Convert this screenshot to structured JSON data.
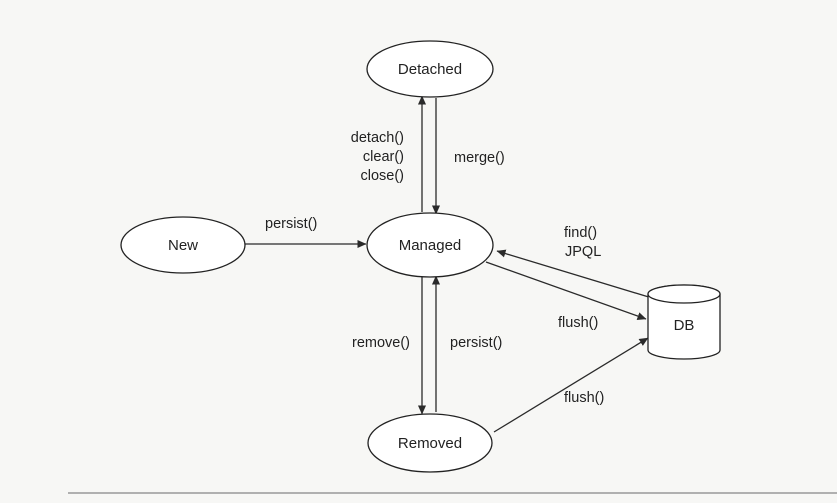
{
  "states": {
    "detached": "Detached",
    "new": "New",
    "managed": "Managed",
    "db": "DB",
    "removed": "Removed"
  },
  "transitions": {
    "detach": [
      "detach()",
      "clear()",
      "close()"
    ],
    "merge": "merge()",
    "persist_new": "persist()",
    "find": [
      "find()",
      "JPQL"
    ],
    "flush_managed": "flush()",
    "remove": "remove()",
    "persist_removed": "persist()",
    "flush_removed": "flush()"
  }
}
